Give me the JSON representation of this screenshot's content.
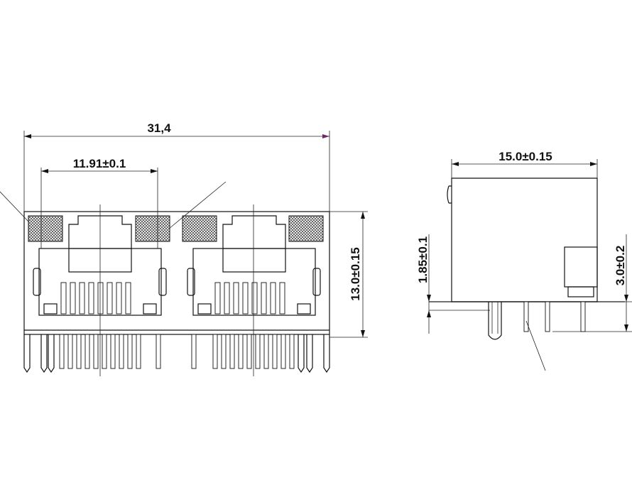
{
  "front_view": {
    "overall_width": "31,4",
    "port_pitch": "11.91±0.1",
    "height": "13.0±0.15"
  },
  "side_view": {
    "depth": "15.0±0.15",
    "standoff": "1.85±0.1",
    "pin_height": "3.0±0.2"
  },
  "colors": {
    "line": "#111111",
    "dim_arrow": "#6b2a6b",
    "hatch": "#333333"
  }
}
